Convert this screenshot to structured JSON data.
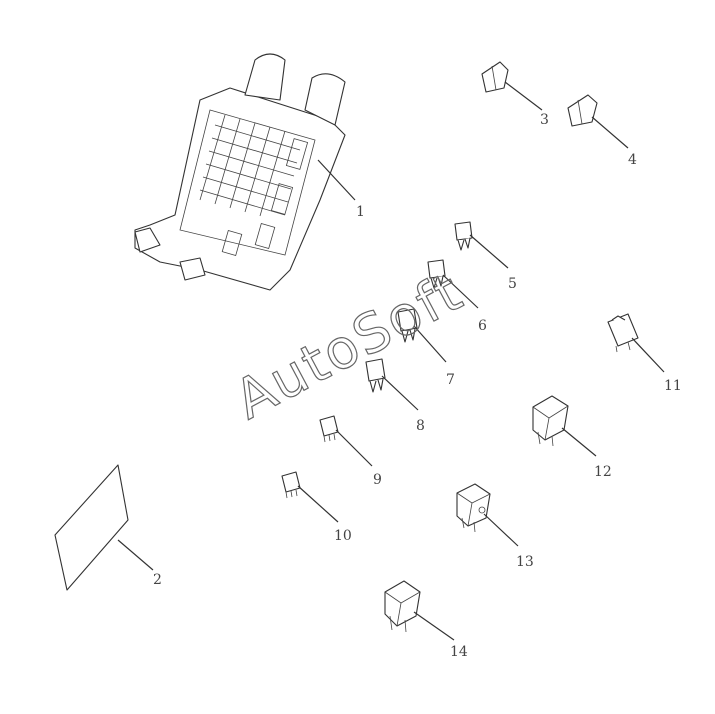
{
  "diagram": {
    "watermark": "AutoSoft",
    "labels": {
      "p1": "1",
      "p2": "2",
      "p3": "3",
      "p4": "4",
      "p5": "5",
      "p6": "6",
      "p7": "7",
      "p8": "8",
      "p9": "9",
      "p10": "10",
      "p11": "11",
      "p12": "12",
      "p13": "13",
      "p14": "14"
    }
  }
}
